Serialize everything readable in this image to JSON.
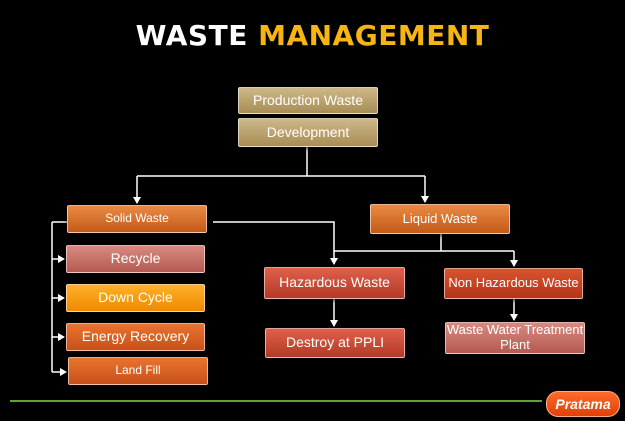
{
  "title": {
    "part1": "WASTE",
    "part2": "MANAGEMENT"
  },
  "nodes": {
    "production_waste": "Production Waste",
    "development": "Development",
    "solid_waste": "Solid Waste",
    "liquid_waste": "Liquid Waste",
    "recycle": "Recycle",
    "down_cycle": "Down Cycle",
    "energy_recovery": "Energy Recovery",
    "land_fill": "Land Fill",
    "hazardous_waste": "Hazardous Waste",
    "non_hazardous_waste": "Non Hazardous Waste",
    "destroy_at_ppli": "Destroy at PPLI",
    "waste_water_treatment_plant": "Waste Water Treatment Plant"
  },
  "logo": {
    "text": "Pratama"
  },
  "colors": {
    "title_accent": "#f7b515",
    "footer_line": "#5fa533",
    "logo_bg": "#e0400a"
  }
}
